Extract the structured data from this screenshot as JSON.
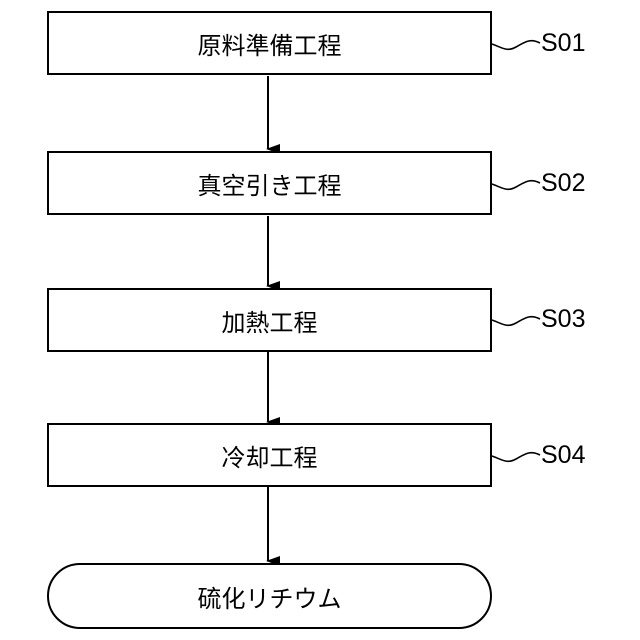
{
  "flowchart": {
    "steps": [
      {
        "label": "原料準備工程",
        "id": "S01"
      },
      {
        "label": "真空引き工程",
        "id": "S02"
      },
      {
        "label": "加熱工程",
        "id": "S03"
      },
      {
        "label": "冷却工程",
        "id": "S04"
      }
    ],
    "result": {
      "label": "硫化リチウム"
    }
  }
}
